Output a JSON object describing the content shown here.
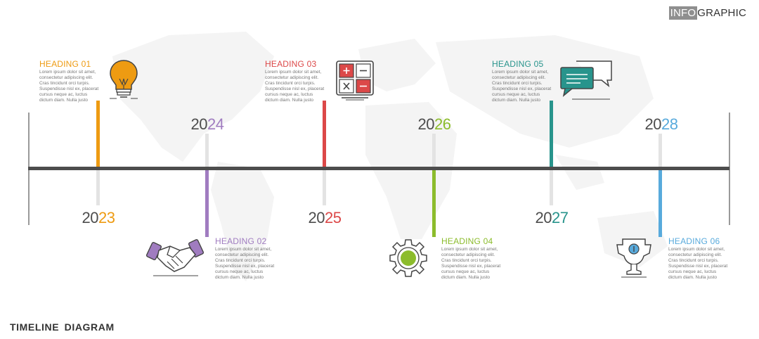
{
  "brand": {
    "part1": "INFO",
    "part2": "GRAPHIC"
  },
  "footer_title": "TIMELINE  DIAGRAM",
  "colors": {
    "orange": "#ee9b12",
    "purple": "#a07cc0",
    "red": "#dc4848",
    "green": "#8cbc2c",
    "teal": "#28948c",
    "blue": "#58aadc",
    "axis": "#4d4d4d",
    "year_grey": "#4d4d4d"
  },
  "milestones": [
    {
      "year_prefix": "20",
      "year_suffix": "23",
      "heading": "HEADING 01",
      "color": "#ee9b12",
      "icon": "lightbulb-icon",
      "position": "top",
      "text": "Lorem ipsum dolor sit amet,\nconsectetur adipiscing elit.\nCras tincidunt orci turpis.\nSuspendisse nisl ex, placerat\ncursus neque ac, luctus\ndictum diam. Nulla justo"
    },
    {
      "year_prefix": "20",
      "year_suffix": "24",
      "heading": "HEADING 02",
      "color": "#a07cc0",
      "icon": "handshake-icon",
      "position": "bottom",
      "text": "Lorem ipsum dolor sit amet,\nconsectetur adipiscing elit.\nCras tincidunt orci turpis.\nSuspendisse nisl ex, placerat\ncursus neque ac, luctus\ndictum diam. Nulla justo"
    },
    {
      "year_prefix": "20",
      "year_suffix": "25",
      "heading": "HEADING 03",
      "color": "#dc4848",
      "icon": "calculator-icon",
      "position": "top",
      "text": "Lorem ipsum dolor sit amet,\nconsectetur adipiscing elit.\nCras tincidunt orci turpis.\nSuspendisse nisl ex, placerat\ncursus neque ac, luctus\ndictum diam. Nulla justo"
    },
    {
      "year_prefix": "20",
      "year_suffix": "26",
      "heading": "HEADING 04",
      "color": "#8cbc2c",
      "icon": "gear-icon",
      "position": "bottom",
      "text": "Lorem ipsum dolor sit amet,\nconsectetur adipiscing elit.\nCras tincidunt orci turpis.\nSuspendisse nisl ex, placerat\ncursus neque ac, luctus\ndictum diam. Nulla justo"
    },
    {
      "year_prefix": "20",
      "year_suffix": "27",
      "heading": "HEADING 05",
      "color": "#28948c",
      "icon": "chat-bubbles-icon",
      "position": "top",
      "text": "Lorem ipsum dolor sit amet,\nconsectetur adipiscing elit.\nCras tincidunt orci turpis.\nSuspendisse nisl ex, placerat\ncursus neque ac, luctus\ndictum diam. Nulla justo"
    },
    {
      "year_prefix": "20",
      "year_suffix": "28",
      "heading": "HEADING 06",
      "color": "#58aadc",
      "icon": "trophy-icon",
      "position": "bottom",
      "text": "Lorem ipsum dolor sit amet,\nconsectetur adipiscing elit.\nCras tincidunt orci turpis.\nSuspendisse nisl ex, placerat\ncursus neque ac, luctus\ndictum diam. Nulla justo"
    }
  ]
}
